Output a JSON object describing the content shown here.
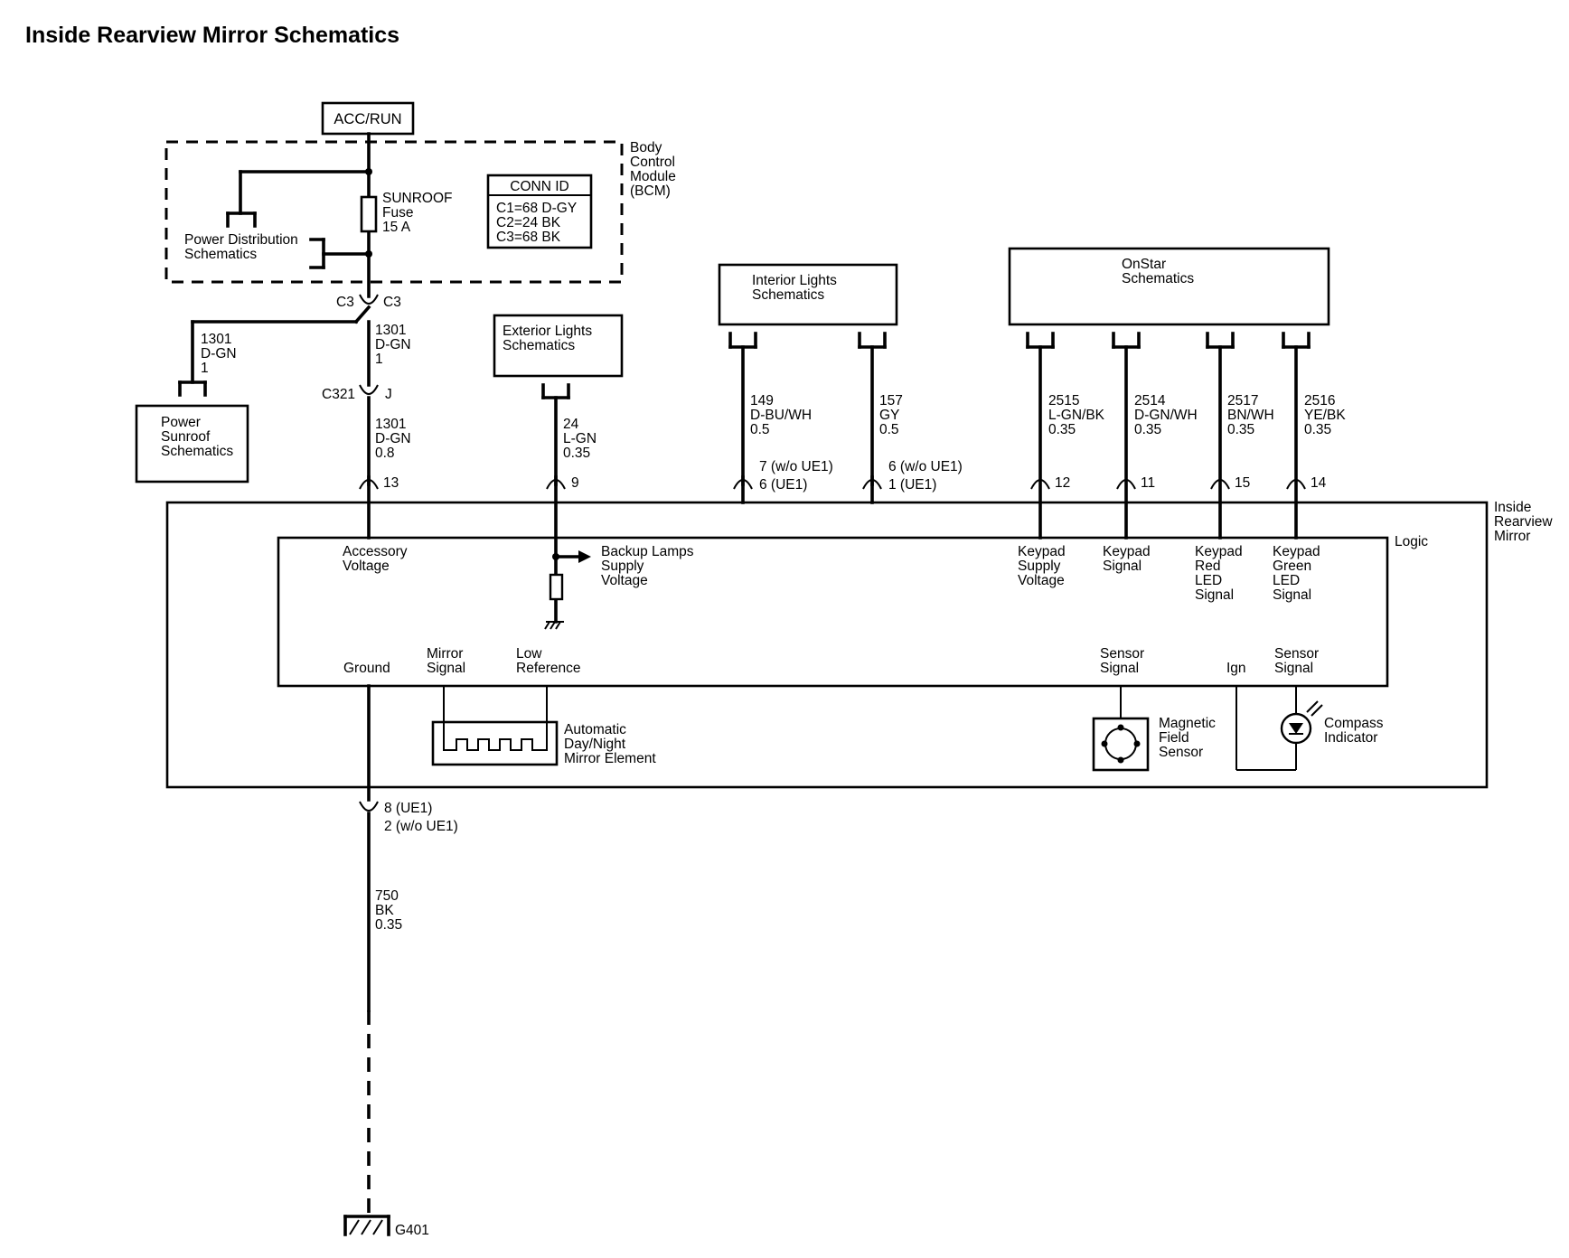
{
  "title": "Inside Rearview Mirror Schematics",
  "power_source": "ACC/RUN",
  "bcm": {
    "name_lines": [
      "Body",
      "Control",
      "Module",
      "(BCM)"
    ],
    "fuse_lines": [
      "SUNROOF",
      "Fuse",
      "15 A"
    ],
    "pds_lines": [
      "Power Distribution",
      "Schematics"
    ],
    "conn_id": {
      "header": "CONN ID",
      "rows": [
        "C1=68 D-GY",
        "C2=24 BK",
        "C3=68 BK"
      ]
    }
  },
  "connector_c3_left": "C3",
  "connector_c3_right": "C3",
  "wire_1301_branch": [
    "1301",
    "D-GN",
    "1"
  ],
  "wire_1301_upper": [
    "1301",
    "D-GN",
    "1"
  ],
  "connector_c321": "C321",
  "connector_j": "J",
  "wire_1301_lower": [
    "1301",
    "D-GN",
    "0.8"
  ],
  "power_sunroof_lines": [
    "Power",
    "Sunroof",
    "Schematics"
  ],
  "exterior_lights_lines": [
    "Exterior Lights",
    "Schematics"
  ],
  "wire_24": [
    "24",
    "L-GN",
    "0.35"
  ],
  "interior_lights_lines": [
    "Interior Lights",
    "Schematics"
  ],
  "wire_149": [
    "149",
    "D-BU/WH",
    "0.5"
  ],
  "wire_157": [
    "157",
    "GY",
    "0.5"
  ],
  "onstar_lines": [
    "OnStar",
    "Schematics"
  ],
  "wire_2515": [
    "2515",
    "L-GN/BK",
    "0.35"
  ],
  "wire_2514": [
    "2514",
    "D-GN/WH",
    "0.35"
  ],
  "wire_2517": [
    "2517",
    "BN/WH",
    "0.35"
  ],
  "wire_2516": [
    "2516",
    "YE/BK",
    "0.35"
  ],
  "pin_13": "13",
  "pin_9": "9",
  "pin_149_lines": [
    "7 (w/o UE1)",
    "6 (UE1)"
  ],
  "pin_157_lines": [
    "6 (w/o UE1)",
    "1 (UE1)"
  ],
  "pin_12": "12",
  "pin_11": "11",
  "pin_15": "15",
  "pin_14": "14",
  "mirror_lines": [
    "Inside",
    "Rearview",
    "Mirror"
  ],
  "logic_label": "Logic",
  "accessory_voltage_lines": [
    "Accessory",
    "Voltage"
  ],
  "backup_lamps_lines": [
    "Backup Lamps",
    "Supply",
    "Voltage"
  ],
  "keypad_supply_lines": [
    "Keypad",
    "Supply",
    "Voltage"
  ],
  "keypad_signal_lines": [
    "Keypad",
    "Signal"
  ],
  "keypad_red_lines": [
    "Keypad",
    "Red",
    "LED",
    "Signal"
  ],
  "keypad_green_lines": [
    "Keypad",
    "Green",
    "LED",
    "Signal"
  ],
  "ground_label": "Ground",
  "mirror_signal_lines": [
    "Mirror",
    "Signal"
  ],
  "low_reference_lines": [
    "Low",
    "Reference"
  ],
  "sensor_signal_left_lines": [
    "Sensor",
    "Signal"
  ],
  "ign_label": "Ign",
  "sensor_signal_right_lines": [
    "Sensor",
    "Signal"
  ],
  "dimming_element_lines": [
    "Automatic",
    "Day/Night",
    "Mirror Element"
  ],
  "magnetic_sensor_lines": [
    "Magnetic",
    "Field",
    "Sensor"
  ],
  "compass_indicator_lines": [
    "Compass",
    "Indicator"
  ],
  "ground_pin_lines": [
    "8 (UE1)",
    "2 (w/o UE1)"
  ],
  "wire_750": [
    "750",
    "BK",
    "0.35"
  ],
  "ground_g401": "G401"
}
